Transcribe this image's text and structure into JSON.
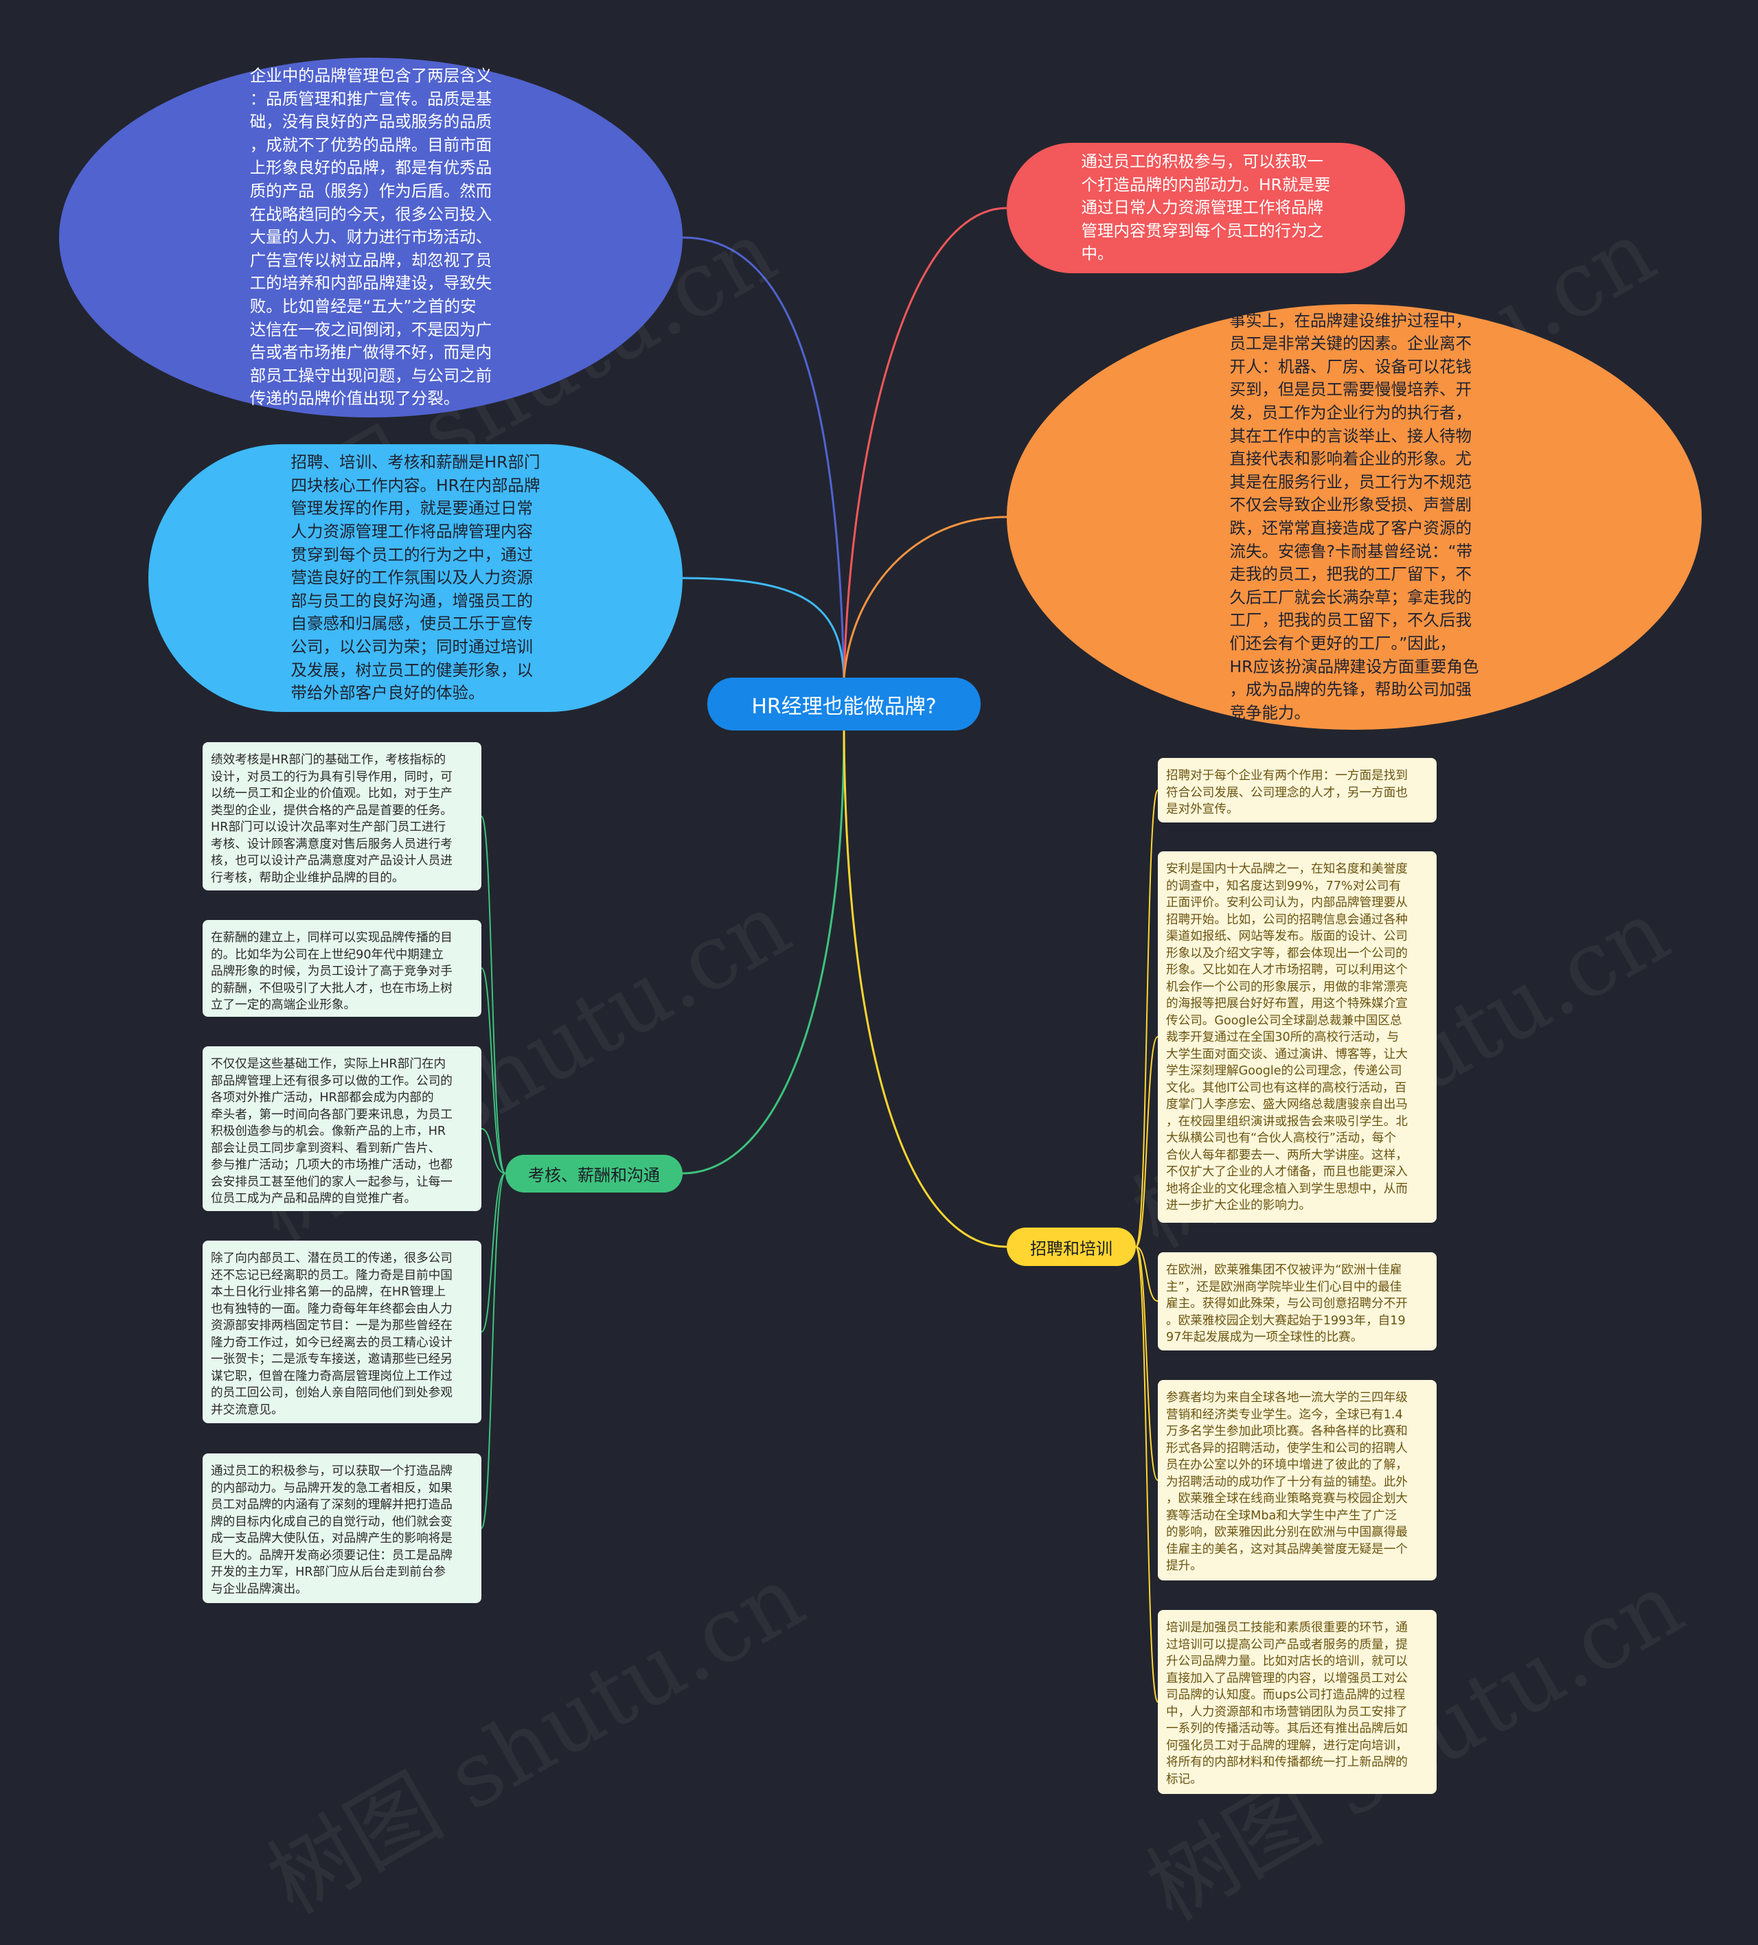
{
  "center": {
    "label": "HR经理也能做品牌?",
    "color": "#1686e9"
  },
  "bubbles": [
    {
      "id": "b1",
      "color": "#5163cf",
      "text_color": "#ffffff",
      "text": "企业中的品牌管理包含了两层含义\n：品质管理和推广宣传。品质是基\n础，没有良好的产品或服务的品质\n，成就不了优势的品牌。目前市面\n上形象良好的品牌，都是有优秀品\n质的产品（服务）作为后盾。然而\n在战略趋同的今天，很多公司投入\n大量的人力、财力进行市场活动、\n广告宣传以树立品牌，却忽视了员\n工的培养和内部品牌建设，导致失\n败。比如曾经是“五大”之首的安\n达信在一夜之间倒闭，不是因为广\n告或者市场推广做得不好，而是内\n部员工操守出现问题，与公司之前\n传递的品牌价值出现了分裂。"
    },
    {
      "id": "b2",
      "color": "#3fb9f8",
      "text_color": "#1f2230",
      "text": "招聘、培训、考核和薪酬是HR部门\n四块核心工作内容。HR在内部品牌\n管理发挥的作用，就是要通过日常\n人力资源管理工作将品牌管理内容\n贯穿到每个员工的行为之中，通过\n营造良好的工作氛围以及人力资源\n部与员工的良好沟通，增强员工的\n自豪感和归属感，使员工乐于宣传\n公司，以公司为荣；同时通过培训\n及发展，树立员工的健美形象，以\n带给外部客户良好的体验。"
    },
    {
      "id": "b3",
      "color": "#f3585b",
      "text_color": "#ffffff",
      "text": "通过员工的积极参与，可以获取一\n个打造品牌的内部动力。HR就是要\n通过日常人力资源管理工作将品牌\n管理内容贯穿到每个员工的行为之\n中。"
    },
    {
      "id": "b4",
      "color": "#f89342",
      "text_color": "#1f2230",
      "text": "事实上，在品牌建设维护过程中，\n员工是非常关键的因素。企业离不\n开人：机器、厂房、设备可以花钱\n买到，但是员工需要慢慢培养、开\n发，员工作为企业行为的执行者，\n其在工作中的言谈举止、接人待物\n直接代表和影响着企业的形象。尤\n其是在服务行业，员工行为不规范\n不仅会导致企业形象受损、声誉剧\n跌，还常常直接造成了客户资源的\n流失。安德鲁?卡耐基曾经说：“带\n走我的员工，把我的工厂留下，不\n久后工厂就会长满杂草；拿走我的\n工厂，把我的员工留下，不久后我\n们还会有个更好的工厂。”因此，\nHR应该扮演品牌建设方面重要角色\n，成为品牌的先锋，帮助公司加强\n竞争能力。"
    }
  ],
  "branches": {
    "left": {
      "label": "考核、薪酬和沟通",
      "color": "#3dc27d",
      "card_color": "#e7f8ee"
    },
    "right": {
      "label": "招聘和培训",
      "color": "#ffd531",
      "card_color": "#fdf7dc"
    }
  },
  "left_cards": [
    {
      "text": "绩效考核是HR部门的基础工作，考核指标的\n设计，对员工的行为具有引导作用，同时，可\n以统一员工和企业的价值观。比如，对于生产\n类型的企业，提供合格的产品是首要的任务。\nHR部门可以设计次品率对生产部门员工进行\n考核、设计顾客满意度对售后服务人员进行考\n核，也可以设计产品满意度对产品设计人员进\n行考核，帮助企业维护品牌的目的。"
    },
    {
      "text": "在薪酬的建立上，同样可以实现品牌传播的目\n的。比如华为公司在上世纪90年代中期建立\n品牌形象的时候，为员工设计了高于竞争对手\n的薪酬，不但吸引了大批人才，也在市场上树\n立了一定的高端企业形象。"
    },
    {
      "text": "不仅仅是这些基础工作，实际上HR部门在内\n部品牌管理上还有很多可以做的工作。公司的\n各项对外推广活动，HR部都会成为内部的\n牵头者，第一时间向各部门要来讯息，为员工\n积极创造参与的机会。像新产品的上市，HR\n部会让员工同步拿到资料、看到新广告片、\n参与推广活动；几项大的市场推广活动，也都\n会安排员工甚至他们的家人一起参与，让每一\n位员工成为产品和品牌的自觉推广者。"
    },
    {
      "text": "除了向内部员工、潜在员工的传递，很多公司\n还不忘记已经离职的员工。隆力奇是目前中国\n本土日化行业排名第一的品牌，在HR管理上\n也有独特的一面。隆力奇每年年终都会由人力\n资源部安排两档固定节目：一是为那些曾经在\n隆力奇工作过，如今已经离去的员工精心设计\n一张贺卡；二是派专车接送，邀请那些已经另\n谋它职，但曾在隆力奇高层管理岗位上工作过\n的员工回公司，创始人亲自陪同他们到处参观\n并交流意见。"
    },
    {
      "text": "通过员工的积极参与，可以获取一个打造品牌\n的内部动力。与品牌开发的急工者相反，如果\n员工对品牌的内涵有了深刻的理解并把打造品\n牌的目标内化成自己的自觉行动，他们就会变\n成一支品牌大使队伍，对品牌产生的影响将是\n巨大的。品牌开发商必须要记住：员工是品牌\n开发的主力军，HR部门应从后台走到前台参\n与企业品牌演出。"
    }
  ],
  "right_cards": [
    {
      "text": "招聘对于每个企业有两个作用：一方面是找到\n符合公司发展、公司理念的人才，另一方面也\n是对外宣传。"
    },
    {
      "text": "安利是国内十大品牌之一，在知名度和美誉度\n的调查中，知名度达到99%，77%对公司有\n正面评价。安利公司认为，内部品牌管理要从\n招聘开始。比如，公司的招聘信息会通过各种\n渠道如报纸、网站等发布。版面的设计、公司\n形象以及介绍文字等，都会体现出一个公司的\n形象。又比如在人才市场招聘，可以利用这个\n机会作一个公司的形象展示，用做的非常漂亮\n的海报等把展台好好布置，用这个特殊媒介宣\n传公司。Google公司全球副总裁兼中国区总\n裁李开复通过在全国30所的高校行活动，与\n大学生面对面交谈、通过演讲、博客等，让大\n学生深刻理解Google的公司理念，传递公司\n文化。其他IT公司也有这样的高校行活动，百\n度掌门人李彦宏、盛大网络总裁唐骏亲自出马\n，在校园里组织演讲或报告会来吸引学生。北\n大纵横公司也有“合伙人高校行”活动，每个\n合伙人每年都要去一、两所大学讲座。这样，\n不仅扩大了企业的人才储备，而且也能更深入\n地将企业的文化理念植入到学生思想中，从而\n进一步扩大企业的影响力。"
    },
    {
      "text": "在欧洲，欧莱雅集团不仅被评为“欧洲十佳雇\n主”，还是欧洲商学院毕业生们心目中的最佳\n雇主。获得如此殊荣，与公司创意招聘分不开\n。欧莱雅校园企划大赛起始于1993年，自19\n97年起发展成为一项全球性的比赛。"
    },
    {
      "text": "参赛者均为来自全球各地一流大学的三四年级\n营销和经济类专业学生。迄今，全球已有1.4\n万多名学生参加此项比赛。各种各样的比赛和\n形式各异的招聘活动，使学生和公司的招聘人\n员在办公室以外的环境中增进了彼此的了解，\n为招聘活动的成功作了十分有益的铺垫。此外\n，欧莱雅全球在线商业策略竞赛与校园企划大\n赛等活动在全球Mba和大学生中产生了广泛\n的影响，欧莱雅因此分别在欧洲与中国赢得最\n佳雇主的美名，这对其品牌美誉度无疑是一个\n提升。"
    },
    {
      "text": "培训是加强员工技能和素质很重要的环节，通\n过培训可以提高公司产品或者服务的质量，提\n升公司品牌力量。比如对店长的培训，就可以\n直接加入了品牌管理的内容，以增强员工对公\n司品牌的认知度。而ups公司打造品牌的过程\n中，人力资源部和市场营销团队为员工安排了\n一系列的传播活动等。其后还有推出品牌后如\n何强化员工对于品牌的理解，进行定向培训，\n将所有的内部材料和传播都统一打上新品牌的\n标记。"
    }
  ],
  "watermark": "树图 shutu.cn"
}
